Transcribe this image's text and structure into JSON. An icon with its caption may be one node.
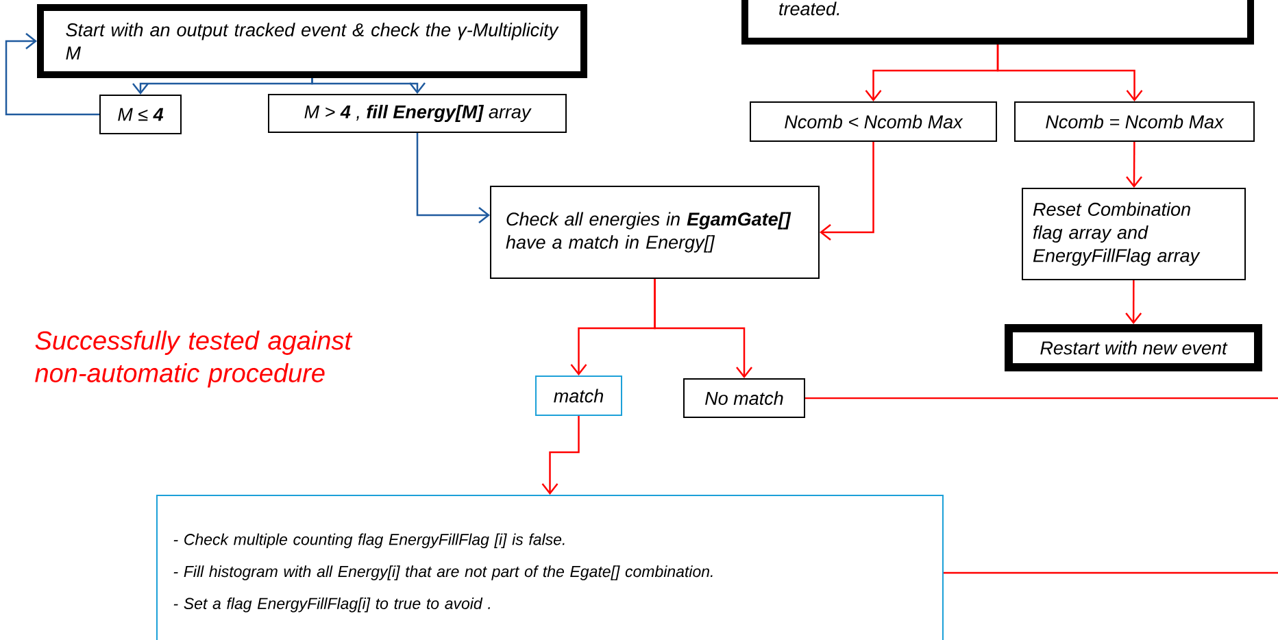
{
  "diagram": {
    "nodes": [
      {
        "text": [
          "Start with an output tracked event & check the γ-Multiplicity M"
        ]
      },
      {
        "text": [
          "M ≤ **4**"
        ]
      },
      {
        "text": [
          "M > **4** , **fill Energy[M]** array"
        ]
      },
      {
        "text": [
          "treated."
        ]
      },
      {
        "text": [
          "Ncomb < Ncomb Max"
        ]
      },
      {
        "text": [
          "Ncomb = Ncomb Max"
        ]
      },
      {
        "text": [
          "Check all energies in **EgamGate[]** have a match in Energy[]"
        ]
      },
      {
        "text": [
          "Reset Combination flag array and EnergyFillFlag array"
        ]
      },
      {
        "text": [
          "Restart with new event"
        ]
      },
      {
        "text": [
          "match"
        ]
      },
      {
        "text": [
          "No match"
        ]
      },
      {
        "text": [
          "- Check multiple counting flag EnergyFillFlag [i] is false.",
          "- Fill histogram with all Energy[i] that are not part of the Egate[] combination.",
          "- Set a flag EnergyFillFlag[i] to true to avoid ."
        ]
      }
    ],
    "edges": [
      {
        "from": 0,
        "to": 1,
        "arrow": "to",
        "color": "#1f5a9e"
      },
      {
        "from": 0,
        "to": 2,
        "arrow": "to",
        "color": "#1f5a9e"
      },
      {
        "from": 1,
        "to": 0,
        "arrow": "to",
        "color": "#1f5a9e"
      },
      {
        "from": 2,
        "to": 6,
        "arrow": "to",
        "color": "#1f5a9e"
      },
      {
        "from": 3,
        "to": 4,
        "arrow": "to"
      },
      {
        "from": 3,
        "to": 5,
        "arrow": "to"
      },
      {
        "from": 4,
        "to": 6,
        "arrow": "to"
      },
      {
        "from": 5,
        "to": 7,
        "arrow": "to"
      },
      {
        "from": 7,
        "to": 8,
        "arrow": "to"
      },
      {
        "from": 6,
        "to": 9,
        "arrow": "to"
      },
      {
        "from": 6,
        "to": 10,
        "arrow": "to"
      },
      {
        "from": 9,
        "to": 11,
        "arrow": "to"
      },
      {
        "from": 10,
        "to": null,
        "arrow": "none"
      },
      {
        "from": 11,
        "to": null,
        "arrow": "none"
      }
    ],
    "labels": [
      "Successfully tested against non-automatic procedure"
    ]
  }
}
